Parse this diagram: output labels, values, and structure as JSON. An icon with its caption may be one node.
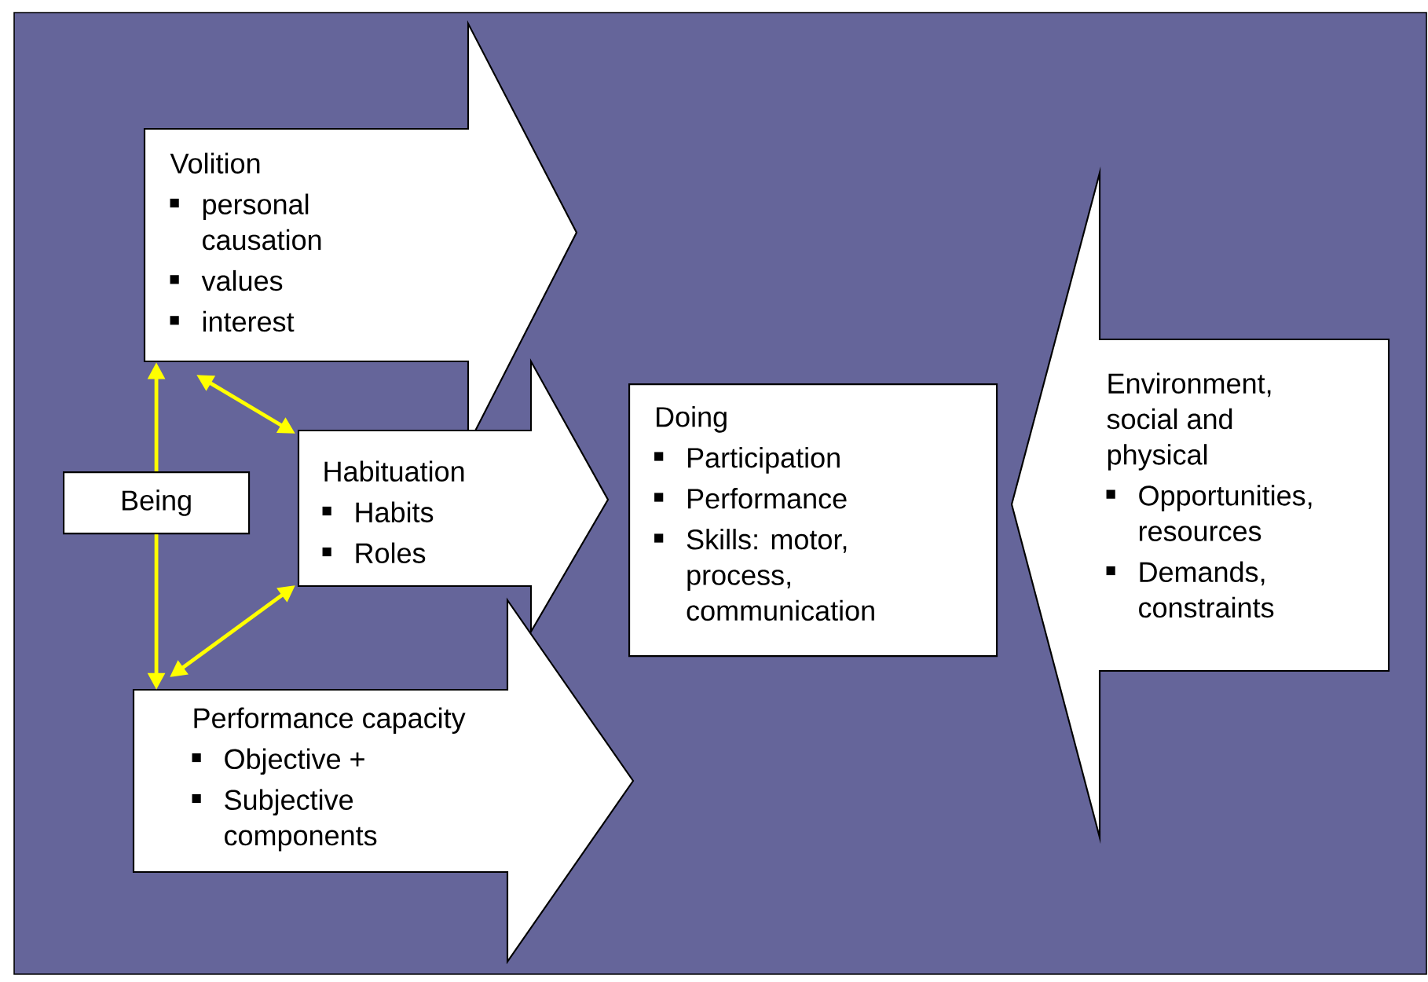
{
  "diagram": {
    "nodes": [
      {
        "text": [
          "Volition",
          "personal causation",
          "values",
          "interest"
        ]
      },
      {
        "text": [
          "Being"
        ]
      },
      {
        "text": [
          "Habituation",
          "Habits",
          "Roles"
        ]
      },
      {
        "text": [
          "Performance capacity",
          "Objective +",
          "Subjective components"
        ]
      },
      {
        "text": [
          "Doing",
          "Participation",
          "Performance",
          "Skills: motor, process, communication"
        ]
      },
      {
        "text": [
          "Environment, social and physical",
          "Opportunities, resources",
          "Demands, constraints"
        ]
      }
    ],
    "edges": [
      {
        "from": 1,
        "to": 0,
        "arrow": "to"
      },
      {
        "from": 1,
        "to": 3,
        "arrow": "to"
      },
      {
        "from": 0,
        "to": 2,
        "arrow": "both"
      },
      {
        "from": 2,
        "to": 3,
        "arrow": "both"
      }
    ]
  }
}
